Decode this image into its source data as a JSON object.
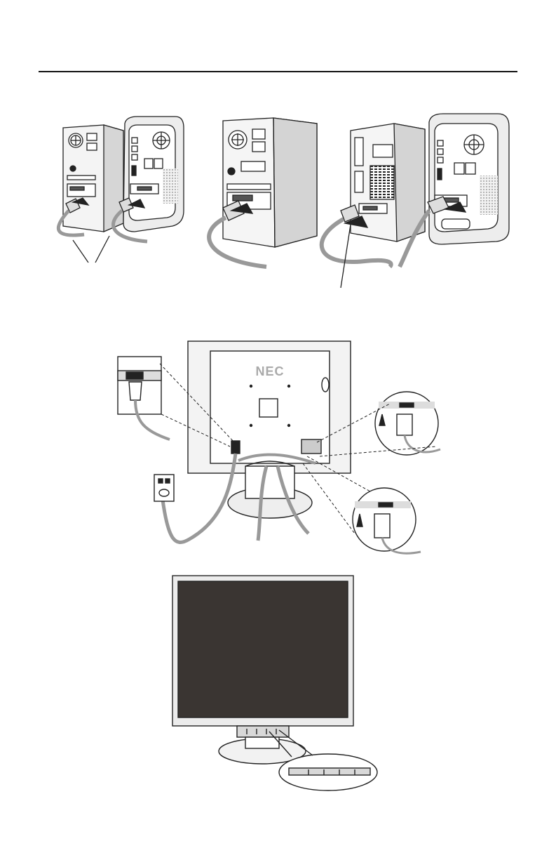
{
  "page": {
    "brand_label": "NEC"
  },
  "figures": [
    {
      "id": "figure-a",
      "subject": "two-computers-signal-cable"
    },
    {
      "id": "figure-b",
      "subject": "tower-computer-signal-cable"
    },
    {
      "id": "figure-c",
      "subject": "mac-and-tower-signal-cable"
    },
    {
      "id": "figure-d",
      "subject": "monitor-rear-power-and-signal"
    },
    {
      "id": "figure-e",
      "subject": "monitor-front-controls"
    }
  ],
  "colors": {
    "line": "#222222",
    "screen": "#3a3532",
    "panel_light": "#ececec",
    "panel_mid": "#d2d2d2",
    "cable": "#9c9c9c"
  }
}
